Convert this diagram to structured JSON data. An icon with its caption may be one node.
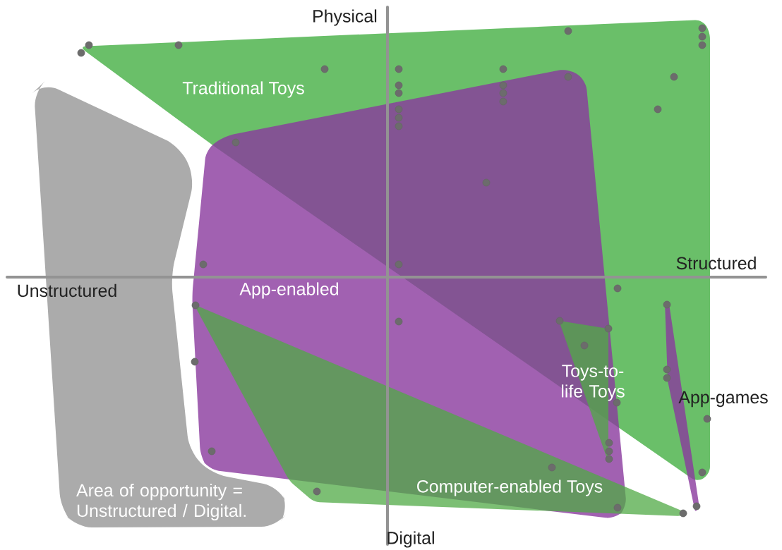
{
  "diagram": {
    "nodes": [
      {
        "text": [
          "Traditional Toys"
        ]
      },
      {
        "text": [
          "Area of opportunity = Unstructured / Digital."
        ]
      },
      {
        "text": [
          "App-enabled"
        ]
      },
      {
        "text": [
          "Computer-enabled Toys"
        ]
      },
      {
        "text": [
          "Toys-to-life Toys"
        ],
        "in": 2
      },
      {
        "text": [
          "App-games"
        ]
      }
    ],
    "labels": [
      "Physical",
      "Structured",
      "Unstructured",
      "Digital"
    ]
  }
}
